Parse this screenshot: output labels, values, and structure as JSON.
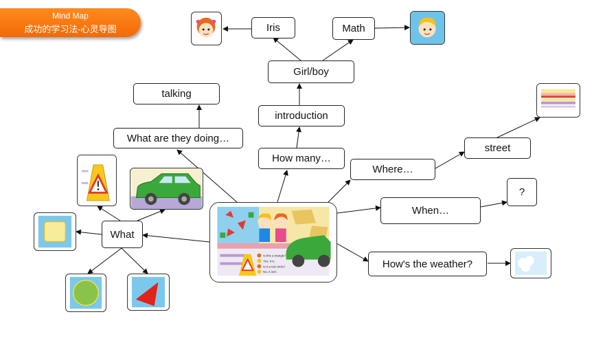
{
  "banner": {
    "title": "Mind Map",
    "subtitle": "成功的学习法-心灵导图"
  },
  "nodes": {
    "iris": "Iris",
    "math": "Math",
    "girl_boy": "Girl/boy",
    "introduction": "introduction",
    "how_many": "How many…",
    "talking": "talking",
    "what_doing": "What are they doing…",
    "where": "Where…",
    "street": "street",
    "when": "When…",
    "question": "?",
    "weather": "How's the weather?",
    "what": "What"
  },
  "center_picture": {
    "dialogue": [
      "Is this a triangle?",
      "Yes, it is.",
      "Is it a red circle?",
      "No, it isn't."
    ]
  },
  "colors": {
    "banner": "#f26a06",
    "arrow": "#111111"
  }
}
